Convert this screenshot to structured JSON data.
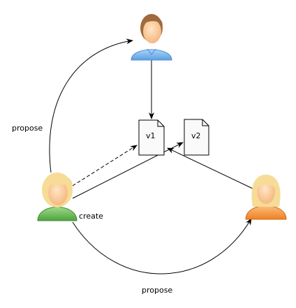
{
  "documents": {
    "v1": {
      "label": "v1"
    },
    "v2": {
      "label": "v2"
    }
  },
  "edges": {
    "propose_top": "propose",
    "create": "create",
    "propose_bottom": "propose"
  },
  "colors": {
    "person_top_shirt": "#7ab8ef",
    "person_top_hair": "#a06a3c",
    "person_left_shirt": "#6fbf5a",
    "person_right_shirt": "#f59a48",
    "blonde_hair": "#f6dc96",
    "skin": "#fcd4a0",
    "document_fill": "#fafafa",
    "line": "#000000"
  }
}
